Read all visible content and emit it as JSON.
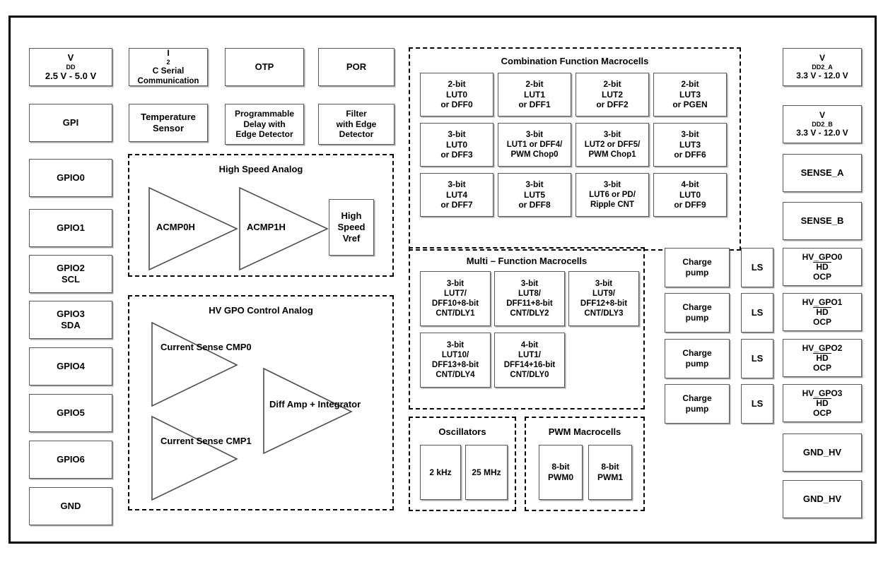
{
  "diagram": {
    "title": "Mixed-signal device block diagram",
    "type": "block-diagram"
  },
  "left_pins": [
    {
      "id": "vdd",
      "line1": "V",
      "sub1": "DD",
      "line2": "2.5 V - 5.0 V"
    },
    {
      "id": "gpi",
      "line1": "GPI"
    },
    {
      "id": "gpio0",
      "line1": "GPIO0"
    },
    {
      "id": "gpio1",
      "line1": "GPIO1"
    },
    {
      "id": "gpio2",
      "line1": "GPIO2",
      "line2": "SCL"
    },
    {
      "id": "gpio3",
      "line1": "GPIO3",
      "line2": "SDA"
    },
    {
      "id": "gpio4",
      "line1": "GPIO4"
    },
    {
      "id": "gpio5",
      "line1": "GPIO5"
    },
    {
      "id": "gpio6",
      "line1": "GPIO6"
    },
    {
      "id": "gnd",
      "line1": "GND"
    }
  ],
  "digital_blocks": [
    {
      "id": "i2c",
      "lines": [
        "I2C Serial",
        "Communication"
      ],
      "sup_i2c": true
    },
    {
      "id": "otp",
      "lines": [
        "OTP"
      ]
    },
    {
      "id": "por",
      "lines": [
        "POR"
      ]
    },
    {
      "id": "temp",
      "lines": [
        "Temperature",
        "Sensor"
      ]
    },
    {
      "id": "progdelay",
      "lines": [
        "Programmable",
        "Delay with",
        "Edge Detector"
      ]
    },
    {
      "id": "filter",
      "lines": [
        "Filter",
        "with Edge",
        "Detector"
      ]
    }
  ],
  "high_speed_analog": {
    "title": "High Speed Analog",
    "amps": [
      "ACMP0H",
      "ACMP1H"
    ],
    "vref_box": [
      "High",
      "Speed",
      "Vref"
    ]
  },
  "hv_gpo_control_analog": {
    "title": "HV GPO Control Analog",
    "amps": [
      {
        "id": "cs0",
        "lines": [
          "Current",
          "Sense",
          "CMP0"
        ]
      },
      {
        "id": "cs1",
        "lines": [
          "Current",
          "Sense",
          "CMP1"
        ]
      },
      {
        "id": "diff",
        "lines": [
          "Diff Amp +",
          "Integrator"
        ]
      }
    ]
  },
  "combination_function_macrocells": {
    "title": "Combination Function Macrocells",
    "cells": [
      {
        "lines": [
          "2-bit",
          "LUT0",
          "or DFF0"
        ]
      },
      {
        "lines": [
          "2-bit",
          "LUT1",
          "or DFF1"
        ]
      },
      {
        "lines": [
          "2-bit",
          "LUT2",
          "or DFF2"
        ]
      },
      {
        "lines": [
          "2-bit",
          "LUT3",
          "or PGEN"
        ]
      },
      {
        "lines": [
          "3-bit",
          "LUT0",
          "or DFF3"
        ]
      },
      {
        "lines": [
          "3-bit",
          "LUT1 or DFF4/",
          "PWM Chop0"
        ]
      },
      {
        "lines": [
          "3-bit",
          "LUT2 or DFF5/",
          "PWM Chop1"
        ]
      },
      {
        "lines": [
          "3-bit",
          "LUT3",
          "or DFF6"
        ]
      },
      {
        "lines": [
          "3-bit",
          "LUT4",
          "or DFF7"
        ]
      },
      {
        "lines": [
          "3-bit",
          "LUT5",
          "or DFF8"
        ]
      },
      {
        "lines": [
          "3-bit",
          "LUT6 or PD/",
          "Ripple CNT"
        ]
      },
      {
        "lines": [
          "4-bit",
          "LUT0",
          "or DFF9"
        ]
      }
    ]
  },
  "multi_function_macrocells": {
    "title": "Multi – Function Macrocells",
    "cells": [
      {
        "lines": [
          "3-bit",
          "LUT7/",
          "DFF10+8-bit",
          "CNT/DLY1"
        ]
      },
      {
        "lines": [
          "3-bit",
          "LUT8/",
          "DFF11+8-bit",
          "CNT/DLY2"
        ]
      },
      {
        "lines": [
          "3-bit",
          "LUT9/",
          "DFF12+8-bit",
          "CNT/DLY3"
        ]
      },
      {
        "lines": [
          "3-bit",
          "LUT10/",
          "DFF13+8-bit",
          "CNT/DLY4"
        ]
      },
      {
        "lines": [
          "4-bit",
          "LUT1/",
          "DFF14+16-bit",
          "CNT/DLY0"
        ]
      }
    ]
  },
  "oscillators": {
    "title": "Oscillators",
    "cells": [
      {
        "lines": [
          "2 kHz"
        ]
      },
      {
        "lines": [
          "25 MHz"
        ]
      }
    ]
  },
  "pwm_macrocells": {
    "title": "PWM Macrocells",
    "cells": [
      {
        "lines": [
          "8-bit",
          "PWM0"
        ]
      },
      {
        "lines": [
          "8-bit",
          "PWM1"
        ]
      }
    ]
  },
  "charge_pumps": [
    {
      "lines": [
        "Charge",
        "pump"
      ]
    },
    {
      "lines": [
        "Charge",
        "pump"
      ]
    },
    {
      "lines": [
        "Charge",
        "pump"
      ]
    },
    {
      "lines": [
        "Charge",
        "pump"
      ]
    }
  ],
  "level_shifters": [
    {
      "label": "LS"
    },
    {
      "label": "LS"
    },
    {
      "label": "LS"
    },
    {
      "label": "LS"
    }
  ],
  "right_pins": [
    {
      "id": "vdd2a",
      "line1": "V",
      "sub1": "DD2_A",
      "line2": "3.3 V - 12.0 V"
    },
    {
      "id": "vdd2b",
      "line1": "V",
      "sub1": "DD2_B",
      "line2": "3.3 V - 12.0 V"
    },
    {
      "id": "sensea",
      "line1": "SENSE_A"
    },
    {
      "id": "senseb",
      "line1": "SENSE_B"
    }
  ],
  "hv_gpo_pins": [
    {
      "id": "hvgpo0",
      "line1": "HV_GPO0",
      "ovl": "HD",
      "rest": " OCP"
    },
    {
      "id": "hvgpo1",
      "line1": "HV_GPO1",
      "ovl": "HD",
      "rest": " OCP"
    },
    {
      "id": "hvgpo2",
      "line1": "HV_GPO2",
      "ovl": "HD",
      "rest": " OCP"
    },
    {
      "id": "hvgpo3",
      "line1": "HV_GPO3",
      "ovl": "HD",
      "rest": " OCP"
    }
  ],
  "gnd_hv_pins": [
    {
      "id": "gndhv0",
      "line1": "GND_HV"
    },
    {
      "id": "gndhv1",
      "line1": "GND_HV"
    }
  ]
}
